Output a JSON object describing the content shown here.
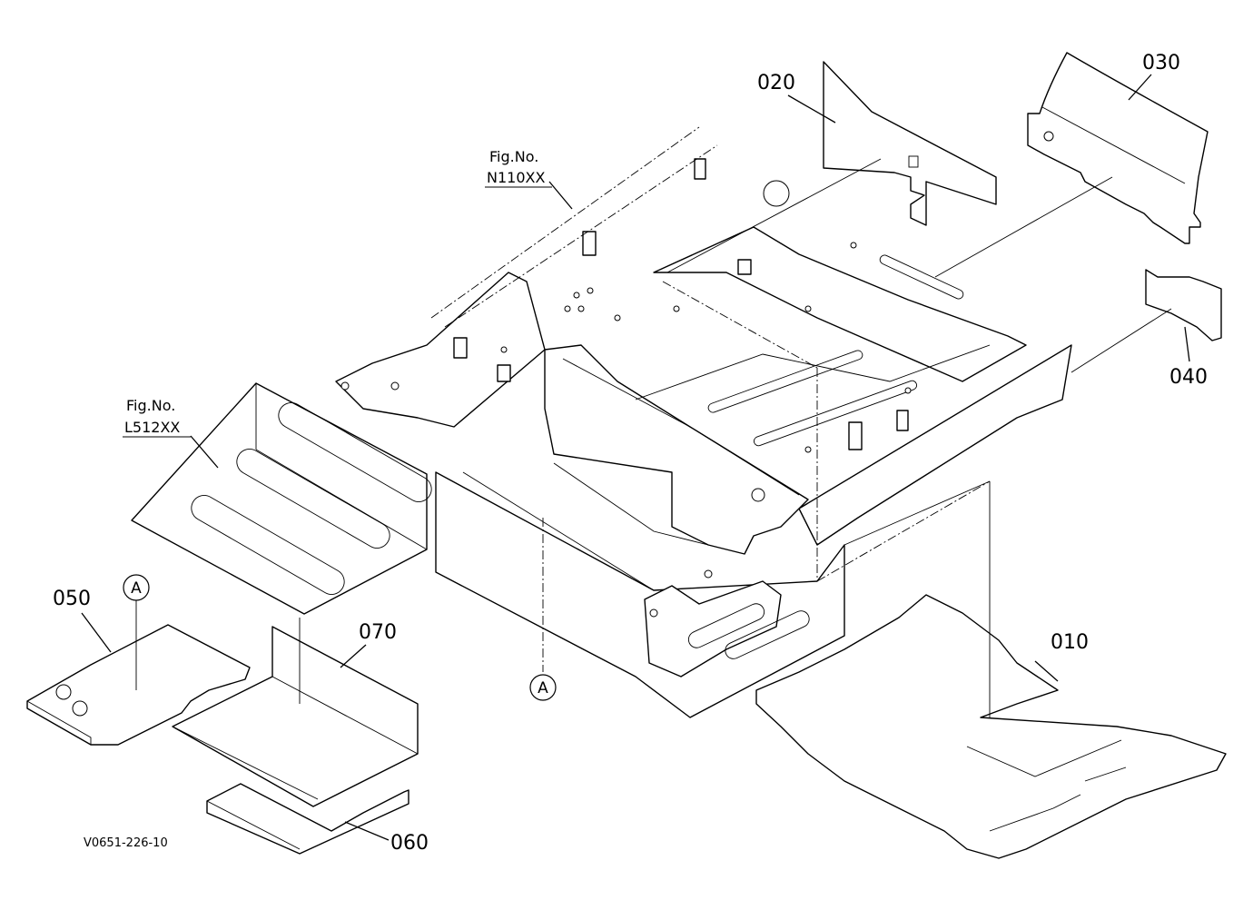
{
  "drawing_code": "V0651-226-10",
  "parts": {
    "p010": "010",
    "p020": "020",
    "p030": "030",
    "p040": "040",
    "p050": "050",
    "p060": "060",
    "p070": "070"
  },
  "figure_refs": {
    "upper": {
      "label": "Fig.No.",
      "code": "N110XX"
    },
    "left": {
      "label": "Fig.No.",
      "code": "L512XX"
    }
  },
  "reference_marks": {
    "left": "A",
    "center": "A"
  }
}
